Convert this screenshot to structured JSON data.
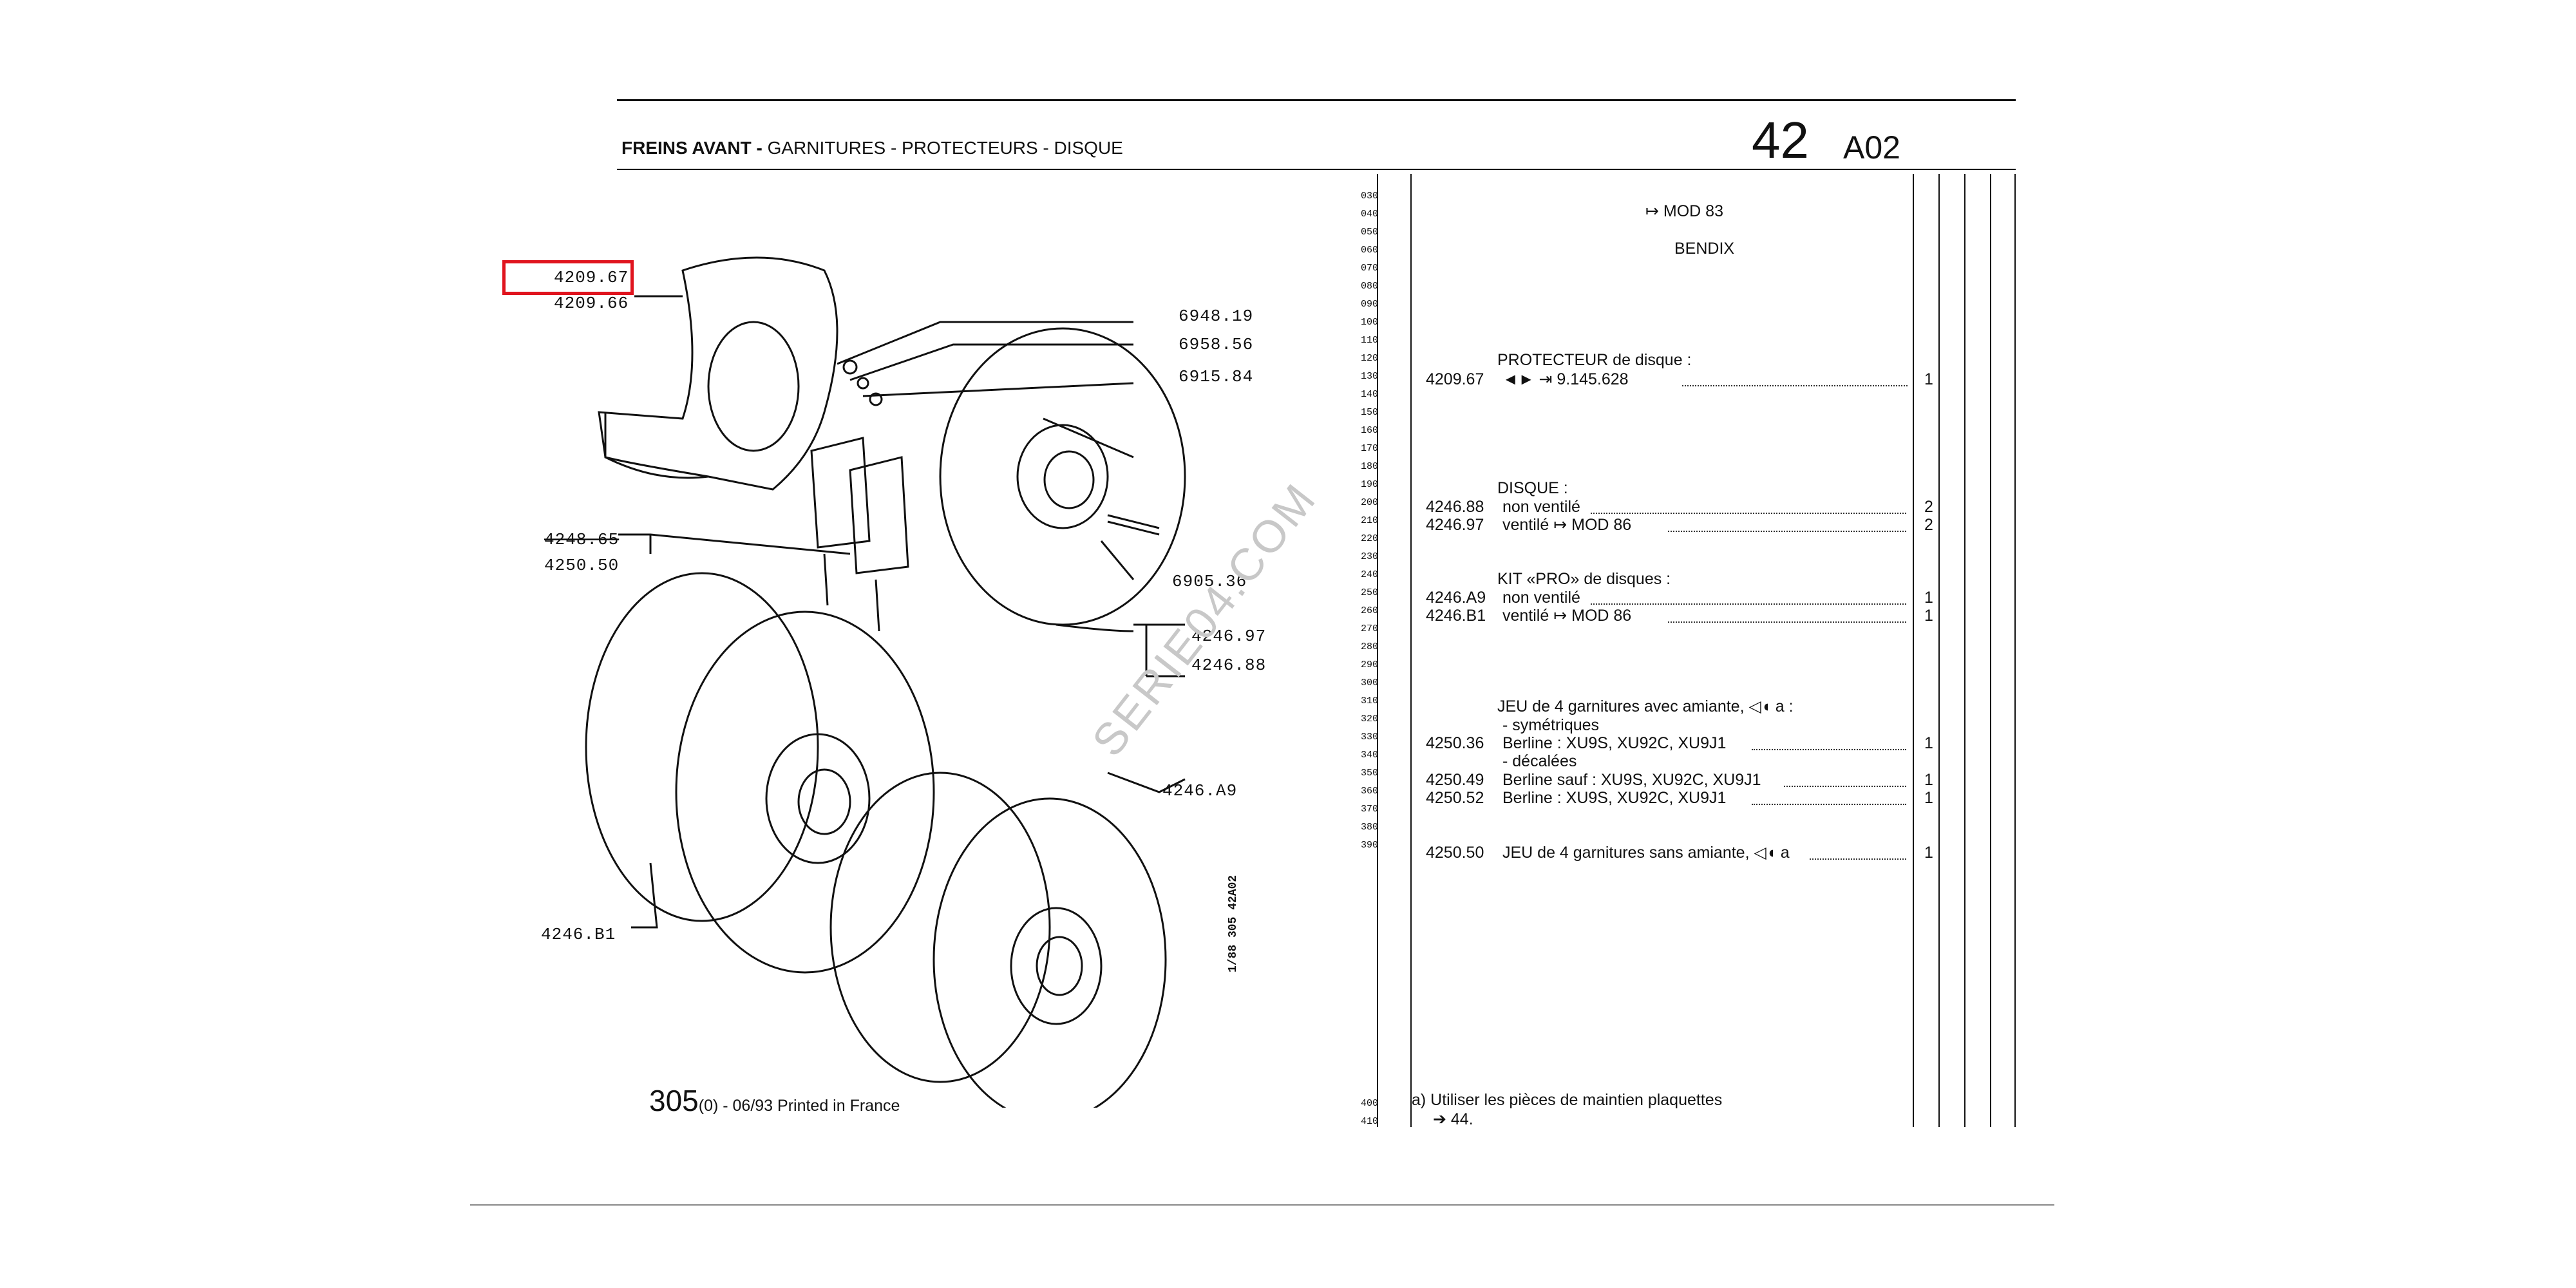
{
  "header": {
    "title_bold": "FREINS AVANT -",
    "title_rest": " GARNITURES - PROTECTEURS - DISQUE",
    "section_number": "42",
    "section_code": "A02"
  },
  "diagram": {
    "callouts": {
      "c4209_67": "4209.67",
      "c4209_66": "4209.66",
      "c6948_19": "6948.19",
      "c6958_56": "6958.56",
      "c6915_84": "6915.84",
      "c4248_65": "4248.65",
      "c4250_50": "4250.50",
      "c6905_36": "6905.36",
      "c4246_97": "4246.97",
      "c4246_88": "4246.88",
      "c4246_A9": "4246.A9",
      "c4246_B1": "4246.B1"
    },
    "vertical_code": "1/88 305 42A02",
    "highlight_color": "#e0141e"
  },
  "watermark": "SERIE04.COM",
  "index_numbers": [
    "030",
    "040",
    "050",
    "060",
    "070",
    "080",
    "090",
    "100",
    "110",
    "120",
    "130",
    "140",
    "150",
    "160",
    "170",
    "180",
    "190",
    "200",
    "210",
    "220",
    "230",
    "240",
    "250",
    "260",
    "270",
    "280",
    "290",
    "300",
    "310",
    "320",
    "330",
    "340",
    "350",
    "360",
    "370",
    "380",
    "390"
  ],
  "footer_index": [
    "400",
    "410"
  ],
  "parts_list": {
    "mod83": "MOD 83",
    "bendix": "BENDIX",
    "protecteur_heading": "PROTECTEUR de disque :",
    "protecteur_ref": "4209.67",
    "protecteur_desc": "9.145.628",
    "protecteur_qty": "1",
    "disque_heading": "DISQUE :",
    "disque1_ref": "4246.88",
    "disque1_desc": "non ventilé",
    "disque1_qty": "2",
    "disque2_ref": "4246.97",
    "disque2_desc_a": "ventilé",
    "disque2_desc_b": "MOD 86",
    "disque2_qty": "2",
    "kit_heading": "KIT «PRO» de disques :",
    "kit1_ref": "4246.A9",
    "kit1_desc": "non ventilé",
    "kit1_qty": "1",
    "kit2_ref": "4246.B1",
    "kit2_desc_a": "ventilé",
    "kit2_desc_b": "MOD 86",
    "kit2_qty": "1",
    "jeu_heading_a": "JEU de 4 garnitures avec amiante,",
    "jeu_heading_b": "a :",
    "sym_label": "- symétriques",
    "jeu1_ref": "4250.36",
    "jeu1_desc": "Berline : XU9S, XU92C, XU9J1",
    "jeu1_qty": "1",
    "dec_label": "- décalées",
    "jeu2_ref": "4250.49",
    "jeu2_desc": "Berline sauf : XU9S, XU92C, XU9J1",
    "jeu2_qty": "1",
    "jeu3_ref": "4250.52",
    "jeu3_desc": "Berline : XU9S, XU92C, XU9J1",
    "jeu3_qty": "1",
    "jeu4_ref": "4250.50",
    "jeu4_desc_a": "JEU de 4 garnitures sans amiante,",
    "jeu4_desc_b": "a",
    "jeu4_qty": "1",
    "note_line1": "a) Utiliser les pièces de maintien plaquettes",
    "note_line2": "44."
  },
  "footer": {
    "model": "305",
    "suffix": "(0) - 06/93 Printed in France"
  }
}
